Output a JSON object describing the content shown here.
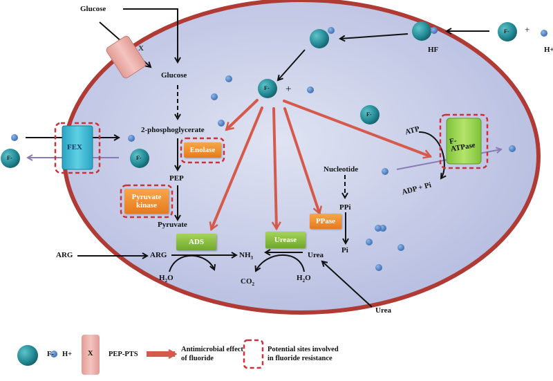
{
  "title": "Fluoride antimicrobial mechanisms and resistance sites in bacterial cell",
  "colors": {
    "membrane": "#b03a34",
    "cytoplasm": "#c9cfe8",
    "fluoride_ion": "#2a8c95",
    "proton": "#4a7fc1",
    "antimicrobial_arrow": "#d65a4c",
    "resistance_dash": "#c8323a",
    "enzyme_orange": "#ee8a2e",
    "enzyme_green": "#86bd3d",
    "fex": "#3bb7d2",
    "pts": "#e7a9a4"
  },
  "external": {
    "glucose": "Glucose",
    "hf": "HF",
    "f_ion": "F-",
    "plus": "+",
    "h_ion": "H+",
    "arg": "ARG",
    "urea": "Urea"
  },
  "transporters": {
    "pts_label": "X",
    "fex_label": "FEX",
    "fatpase_label_1": "F-",
    "fatpase_label_2": "ATPase"
  },
  "glycolysis": {
    "glucose": "Glucose",
    "pga": "2-phosphoglycerate",
    "pep": "PEP",
    "pyruvate": "Pyruvate"
  },
  "enzymes": {
    "enolase": "Enolase",
    "pyruvate_kinase_1": "Pyruvate",
    "pyruvate_kinase_2": "kinase",
    "ads": "ADS",
    "urease": "Urease",
    "ppase": "PPase"
  },
  "metabolites": {
    "arg": "ARG",
    "nh3": "NH",
    "nh3_sub": "3",
    "co2": "CO",
    "co2_sub": "2",
    "h2o_left": "H",
    "h2o_left_sub": "2",
    "h2o_left_tail": "O",
    "h2o_right": "H",
    "h2o_right_sub": "2",
    "h2o_right_tail": "O",
    "urea": "Urea",
    "nucleotide": "Nucleotide",
    "ppi": "PPi",
    "pi": "Pi",
    "atp": "ATP",
    "adp": "ADP + Pi",
    "f_center": "F-",
    "plus": "+"
  },
  "legend": {
    "f_ion": "F-",
    "h_ion": "H+",
    "pts_symbol": "X",
    "pts": "PEP-PTS",
    "antimicrobial_1": "Antimicrobial effect",
    "antimicrobial_2": "of fluoride",
    "resistance_1": "Potential sites involved",
    "resistance_2": "in fluoride resistance"
  }
}
